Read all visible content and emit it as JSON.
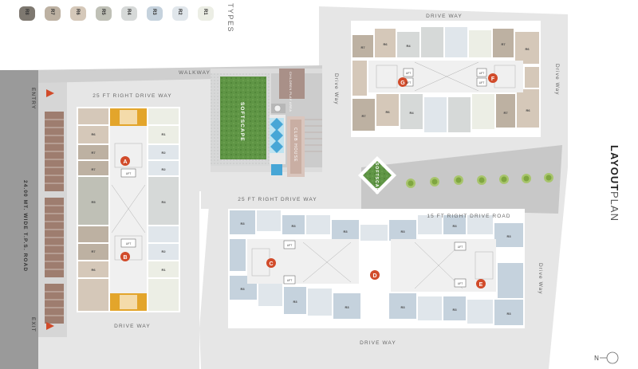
{
  "legend": {
    "heading": "TYPES",
    "types": [
      {
        "code": "R8",
        "color": "#7e7870"
      },
      {
        "code": "R7",
        "color": "#bdb1a2"
      },
      {
        "code": "R6",
        "color": "#d5c8b9"
      },
      {
        "code": "R5",
        "color": "#bfc0b6"
      },
      {
        "code": "R4",
        "color": "#d6d9d8"
      },
      {
        "code": "R3",
        "color": "#c5d2dd"
      },
      {
        "code": "R2",
        "color": "#e0e6eb"
      },
      {
        "code": "R1",
        "color": "#eceee5"
      }
    ]
  },
  "title": {
    "line1": "LAYOUT",
    "line2": "PLAN"
  },
  "north": {
    "label": "N"
  },
  "roads": {
    "drive_top_right": "DRIVE WAY",
    "drive_right_1": "Drive Way",
    "drive_right_2": "Drive Way",
    "drive_mid": "Drive Way",
    "walkway": "WALKWAY",
    "right_drive_top": "25 FT RIGHT DRIVE WAY",
    "right_drive_mid": "25 FT RIGHT DRIVE WAY",
    "right_drive_road": "15 FT RIGHT DRIVE ROAD",
    "drive_bottom_left": "DRIVE WAY",
    "drive_bottom": "DRIVE WAY",
    "tp_road": "24.00 MT. WIDE T.P.S. ROAD",
    "entry": "ENTRY",
    "exit": "EXIT"
  },
  "amenities": {
    "softscape_1": "SOFTSCAPE",
    "softscape_2": "SOFTSCAPE",
    "club_house": "CLUB HOUSE",
    "children_play": "CHILDREN PLAY AREA"
  },
  "blocks": [
    "A",
    "B",
    "C",
    "D",
    "E",
    "F",
    "G"
  ],
  "common": {
    "lift": "LIFT"
  },
  "accent_color": "#d14b2a"
}
